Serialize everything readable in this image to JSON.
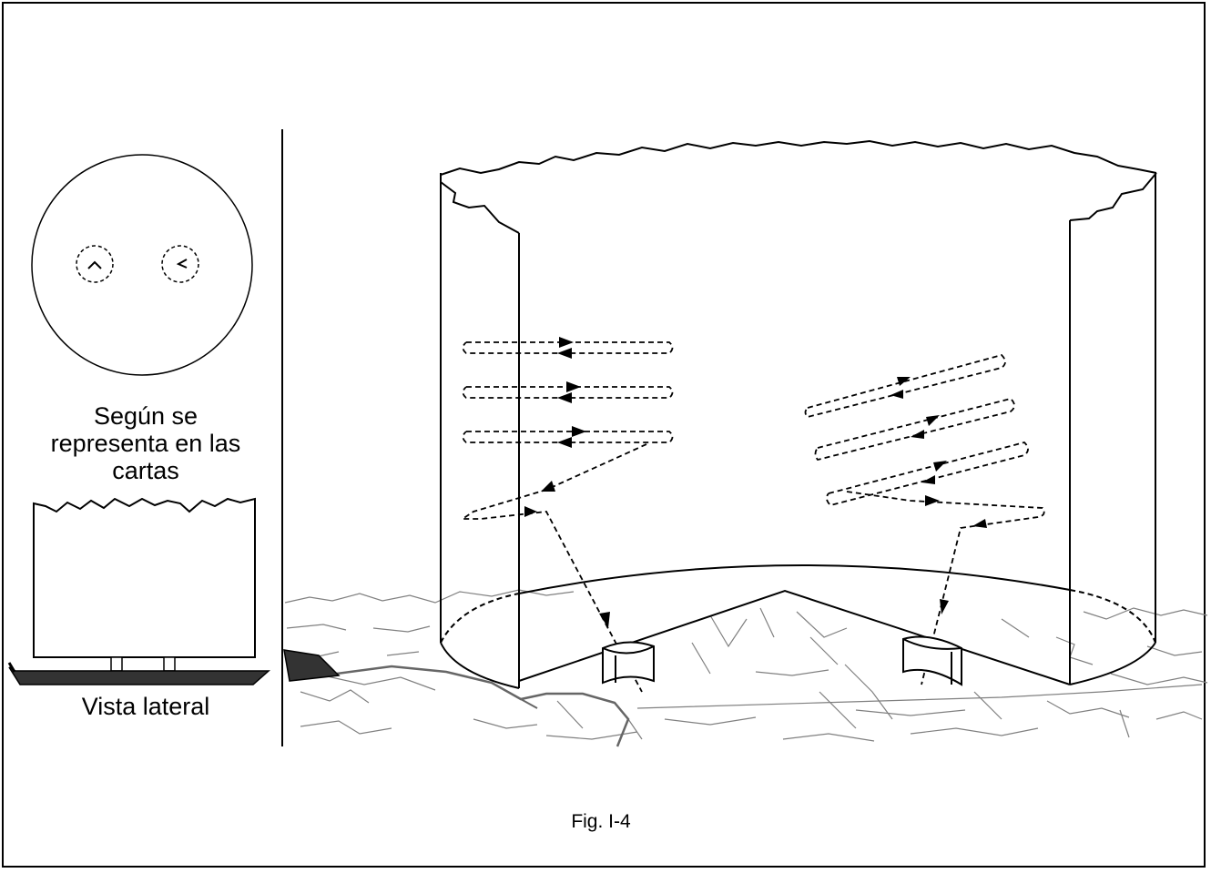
{
  "labels": {
    "plan_caption": "Según se representa en las cartas",
    "side_caption": "Vista lateral",
    "figure_caption": "Fig. I-4"
  },
  "colors": {
    "ink": "#000000",
    "terrain": "#808080",
    "vessel": "#333333"
  }
}
